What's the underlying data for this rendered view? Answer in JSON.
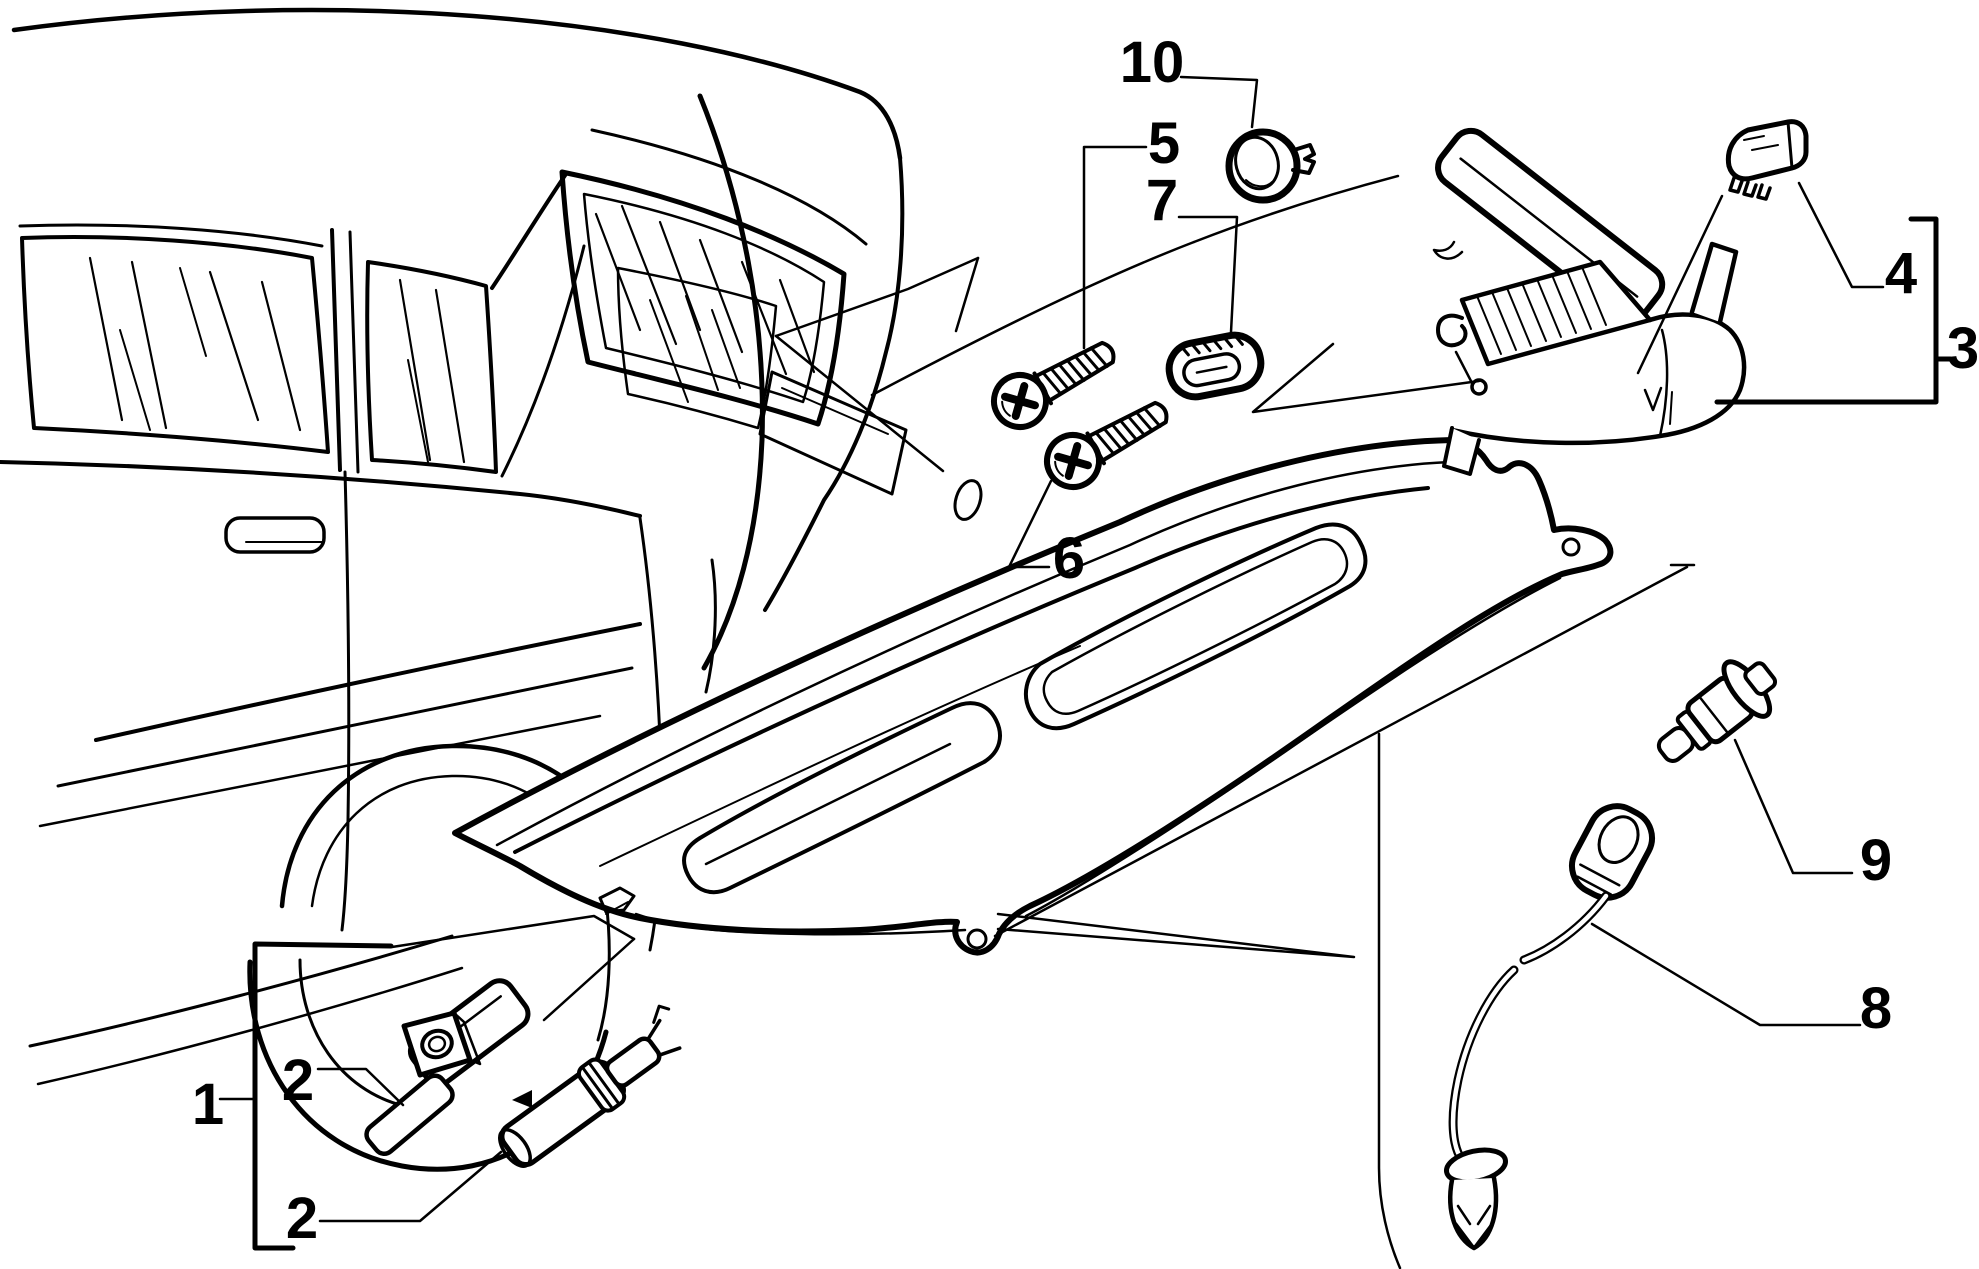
{
  "diagram": {
    "kind": "exploded-parts-line-drawing",
    "colors": {
      "line": "#000000",
      "background": "#ffffff"
    },
    "callouts": {
      "c1": "1",
      "c2a": "2",
      "c2b": "2",
      "c3": "3",
      "c4": "4",
      "c5": "5",
      "c6": "6",
      "c7": "7",
      "c8": "8",
      "c9": "9",
      "c10": "10"
    }
  }
}
